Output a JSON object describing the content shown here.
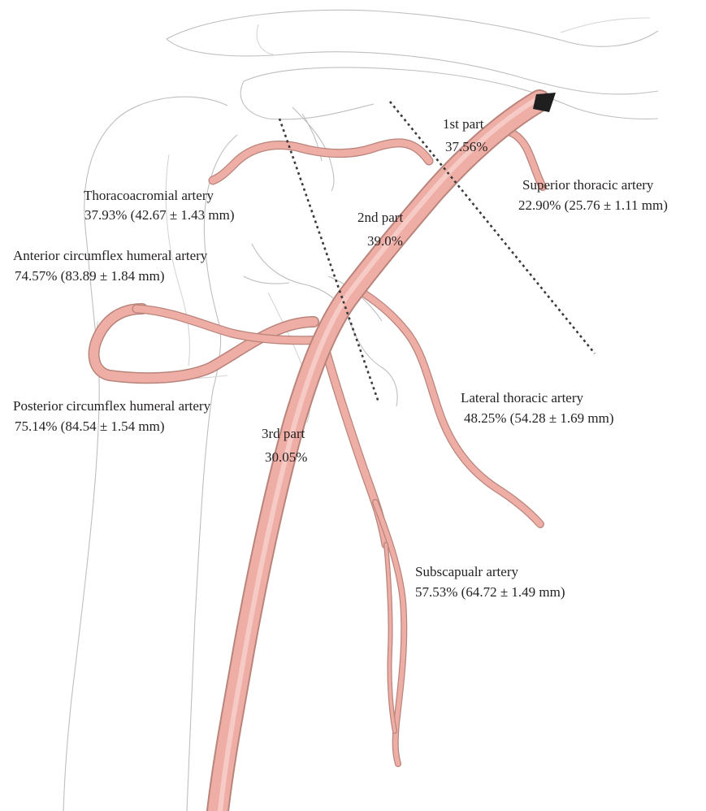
{
  "colors": {
    "artery_fill": "#eeaea6",
    "artery_outline": "#b9847b",
    "bone_outline": "#bdbec0",
    "boundary_dash": "#3a3a3a",
    "text": "#231f20"
  },
  "labels": {
    "first_part": {
      "name": "1st part",
      "value": "37.56%"
    },
    "second_part": {
      "name": "2nd part",
      "value": "39.0%"
    },
    "third_part": {
      "name": "3rd part",
      "value": "30.05%"
    },
    "superior_thoracic": {
      "name": "Superior thoracic artery",
      "value": "22.90% (25.76 ± 1.11 mm)"
    },
    "thoracoacromial": {
      "name": "Thoracoacromial artery",
      "value": "37.93% (42.67 ± 1.43 mm)"
    },
    "anterior_circumflex": {
      "name": "Anterior circumflex humeral artery",
      "value": "74.57% (83.89 ± 1.84 mm)"
    },
    "posterior_circumflex": {
      "name": "Posterior circumflex humeral artery",
      "value": "75.14% (84.54 ± 1.54 mm)"
    },
    "lateral_thoracic": {
      "name": "Lateral thoracic artery",
      "value": "48.25% (54.28 ± 1.69 mm)"
    },
    "subscapular": {
      "name": "Subscapualr artery",
      "value": "57.53% (64.72 ± 1.49 mm)"
    }
  }
}
